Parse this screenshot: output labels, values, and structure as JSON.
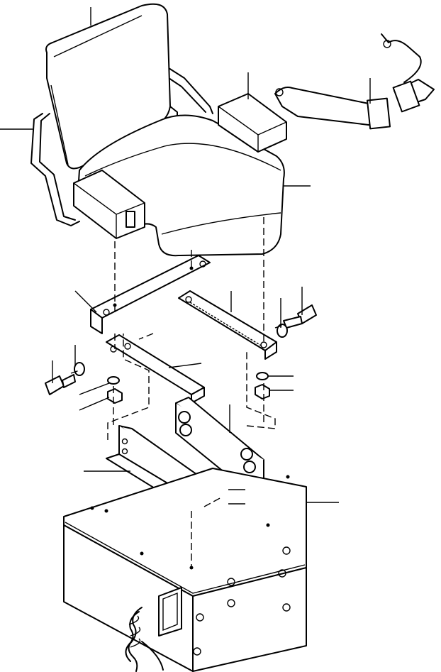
{
  "diagram": {
    "parts": [
      "seat-back",
      "seat-cushion",
      "armrest-left",
      "armrest-right",
      "seat-frame",
      "seat-belt",
      "seat-bracket-front",
      "seat-bracket-rear",
      "mount-plate-left",
      "mount-plate-right",
      "mount-bracket-lower-left",
      "mount-bracket-lower-right",
      "bolt",
      "washer",
      "nut",
      "base-box",
      "wire-harness"
    ],
    "leader_count": 20,
    "colors": {
      "line": "#000000",
      "background": "#ffffff"
    }
  }
}
